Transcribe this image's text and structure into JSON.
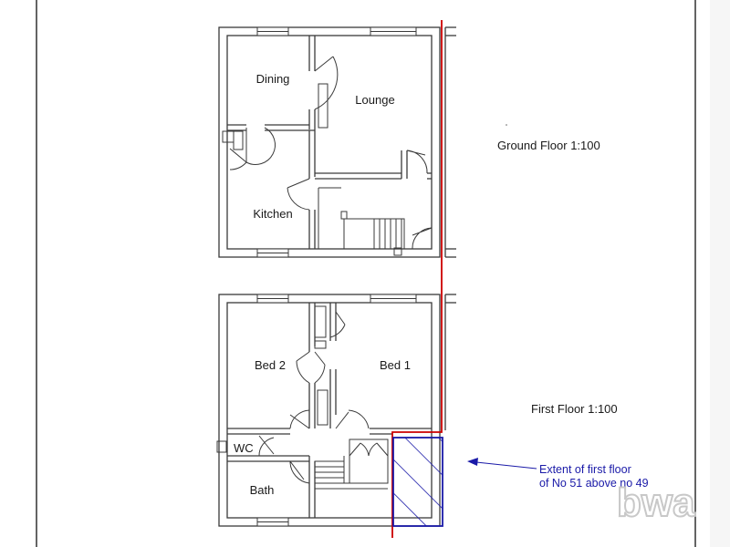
{
  "plans": {
    "ground_floor_title": "Ground Floor 1:100",
    "first_floor_title": "First Floor 1:100"
  },
  "rooms": {
    "dining": "Dining",
    "lounge": "Lounge",
    "kitchen": "Kitchen",
    "bed2": "Bed 2",
    "bed1": "Bed 1",
    "wc": "WC",
    "bath": "Bath"
  },
  "annotation": {
    "line1": "Extent of first floor",
    "line2": "of No 51 above no 49",
    "color": "#1a1aa8"
  },
  "boundary_color": "#cc0000",
  "watermark": "bwa"
}
